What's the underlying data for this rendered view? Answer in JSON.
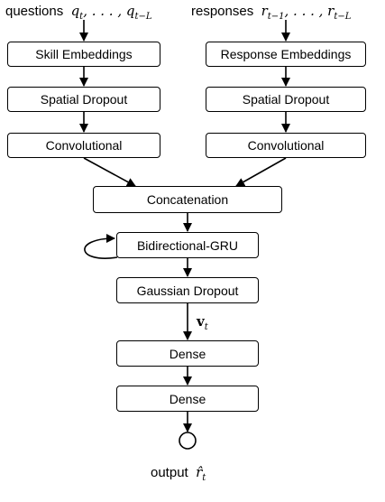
{
  "inputs": {
    "questions_label": "questions",
    "questions_math": "q",
    "questions_sub_t": "t",
    "questions_mid": ", . . . , q",
    "questions_sub_tl": "t−L",
    "responses_label": "responses",
    "responses_math": "r",
    "responses_sub_t1": "t−1",
    "responses_mid": ", . . . , r",
    "responses_sub_tl": "t−L"
  },
  "left_branch": {
    "embeddings": "Skill Embeddings",
    "dropout": "Spatial Dropout",
    "conv": "Convolutional"
  },
  "right_branch": {
    "embeddings": "Response Embeddings",
    "dropout": "Spatial Dropout",
    "conv": "Convolutional"
  },
  "trunk": {
    "concat": "Concatenation",
    "gru": "Bidirectional-GRU",
    "gauss": "Gaussian Dropout",
    "vector_label": "v",
    "vector_sub": "t",
    "dense1": "Dense",
    "dense2": "Dense"
  },
  "output": {
    "label": "output",
    "math": "r̂",
    "sub": "t"
  }
}
